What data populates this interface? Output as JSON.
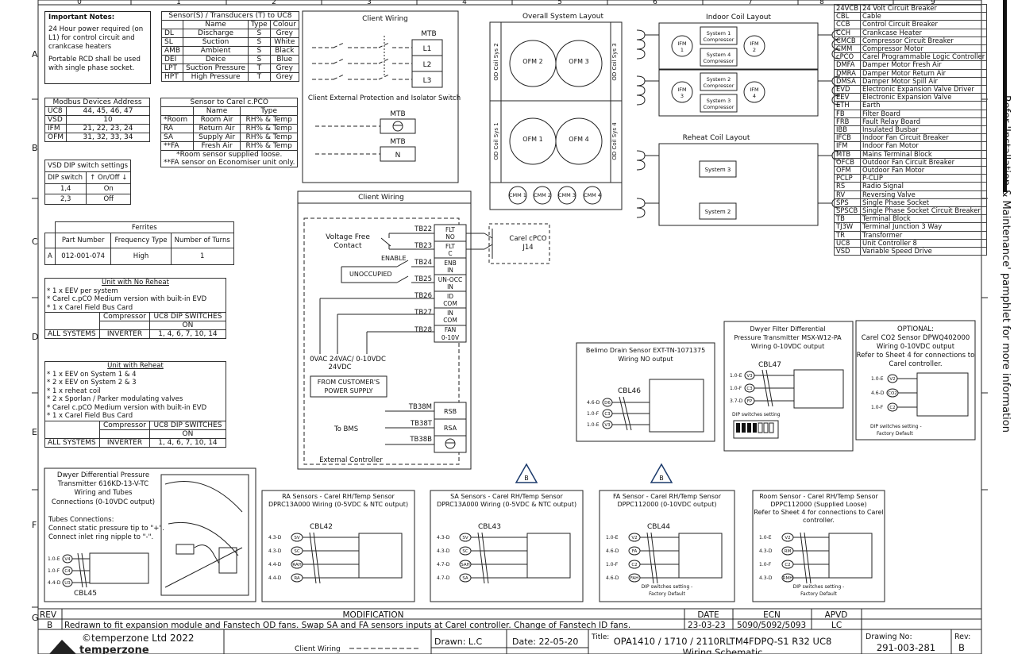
{
  "grid": {
    "col_numbers": [
      "0",
      "1",
      "2",
      "3",
      "4",
      "5",
      "6",
      "7",
      "8",
      "9"
    ],
    "row_letters": [
      "A",
      "B",
      "C",
      "D",
      "E",
      "F",
      "G"
    ]
  },
  "notes": {
    "title": "Important Notes:",
    "line1a": "24 Hour power required (on",
    "line1b": "L1) for control circuit and",
    "line1c": "crankcase heaters",
    "line2a": "Portable RCD shall be used",
    "line2b": "with single phase socket."
  },
  "sensors_table": {
    "title": "Sensor(S) / Transducers (T) to UC8",
    "headers": [
      "",
      "Name",
      "Type",
      "Colour"
    ],
    "rows": [
      [
        "DL",
        "Discharge",
        "S",
        "Grey"
      ],
      [
        "SL",
        "Suction",
        "S",
        "White"
      ],
      [
        "AMB",
        "Ambient",
        "S",
        "Black"
      ],
      [
        "DEI",
        "Deice",
        "S",
        "Blue"
      ],
      [
        "LPT",
        "Suction Pressure",
        "T",
        "Grey"
      ],
      [
        "HPT",
        "High Pressure",
        "T",
        "Grey"
      ]
    ]
  },
  "modbus": {
    "title": "Modbus Devices Address",
    "rows": [
      [
        "UC8",
        "44, 45, 46, 47"
      ],
      [
        "VSD",
        "10"
      ],
      [
        "IFM",
        "21, 22, 23, 24"
      ],
      [
        "OFM",
        "31, 32, 33, 34"
      ]
    ]
  },
  "carel_sensors": {
    "title": "Sensor to Carel c.PCO",
    "headers": [
      "",
      "Name",
      "Type"
    ],
    "rows": [
      [
        "*Room",
        "Room Air",
        "RH% & Temp"
      ],
      [
        "RA",
        "Return Air",
        "RH% & Temp"
      ],
      [
        "SA",
        "Supply Air",
        "RH% & Temp"
      ],
      [
        "**FA",
        "Fresh Air",
        "RH% & Temp"
      ]
    ],
    "note1": "*Room sensor supplied loose.",
    "note2": "**FA sensor on Economiser unit only."
  },
  "vsd_dip": {
    "title": "VSD DIP switch settings",
    "headers": [
      "DIP switch",
      "On/Off"
    ],
    "rows": [
      [
        "1,4",
        "On"
      ],
      [
        "2,3",
        "Off"
      ]
    ]
  },
  "ferrites": {
    "title": "Ferrites",
    "headers": [
      "",
      "Part Number",
      "Frequency Type",
      "Number of Turns"
    ],
    "rows": [
      [
        "A",
        "012-001-074",
        "High",
        "1"
      ]
    ]
  },
  "no_reheat": {
    "title": "Unit with No Reheat",
    "lines": [
      "* 1 x EEV per system",
      "* Carel c.pCO Medium version with built-in EVD",
      "* 1 x Carel Field Bus Card"
    ],
    "headers": [
      "Compressor",
      "UC8 DIP SWITCHES"
    ],
    "on": "ON",
    "row": [
      "ALL SYSTEMS",
      "INVERTER",
      "1, 4, 6, 7, 10, 14"
    ]
  },
  "with_reheat": {
    "title": "Unit with Reheat",
    "lines": [
      "* 1 x EEV on System 1 & 4",
      "* 2 x EEV on System 2 & 3",
      "* 1 x reheat coil",
      "* 2 x Sporlan / Parker modulating valves",
      "* Carel c.pCO Medium version with built-in EVD",
      "* 1 x Carel Field Bus Card"
    ],
    "headers": [
      "Compressor",
      "UC8 DIP SWITCHES"
    ],
    "on": "ON",
    "row": [
      "ALL SYSTEMS",
      "INVERTER",
      "1, 4, 6, 7, 10, 14"
    ]
  },
  "client_wiring_top": {
    "title": "Client Wiring",
    "mtb": "MTB",
    "terminals": [
      "L1",
      "L2",
      "L3"
    ],
    "protection_label": "Client External Protection and Isolator Switch",
    "earth_mtb": "MTB",
    "neutral_mtb": "MTB",
    "neutral": "N"
  },
  "system_layout": {
    "title": "Overall System Layout",
    "ofm": [
      "OFM 2",
      "OFM 3",
      "OFM 1",
      "OFM 4"
    ],
    "coils": [
      "OD Coil Sys 2",
      "OD Coil Sys 3",
      "OD Coil Sys 1",
      "OD Coil Sys 4"
    ],
    "cmm": [
      "CMM 1",
      "CMM 2",
      "CMM 3",
      "CMM 4"
    ]
  },
  "indoor_coil": {
    "title": "Indoor Coil Layout",
    "ifm": [
      "IFM 1",
      "IFM 2",
      "IFM 3",
      "IFM 4"
    ],
    "systems": [
      "System 1 Compressor",
      "System 4 Compressor",
      "System 2 Compressor",
      "System 3 Compressor"
    ]
  },
  "reheat_coil": {
    "title": "Reheat Coil Layout",
    "systems": [
      "System 3",
      "System 2"
    ]
  },
  "abbreviations": [
    [
      "24VCB",
      "24 Volt Circuit Breaker"
    ],
    [
      "CBL",
      "Cable"
    ],
    [
      "CCB",
      "Control Circuit Breaker"
    ],
    [
      "CCH",
      "Crankcase Heater"
    ],
    [
      "CMCB",
      "Compressor Circuit Breaker"
    ],
    [
      "CMM",
      "Compressor Motor"
    ],
    [
      "cPCO",
      "Carel Programmable Logic Controller"
    ],
    [
      "DMFA",
      "Damper Motor Fresh Air"
    ],
    [
      "DMRA",
      "Damper Motor Return Air"
    ],
    [
      "DMSA",
      "Damper Motor Spill Air"
    ],
    [
      "EVD",
      "Electronic Expansion Valve Driver"
    ],
    [
      "EEV",
      "Electronic Expansion Valve"
    ],
    [
      "ETH",
      "Earth"
    ],
    [
      "FB",
      "Filter Board"
    ],
    [
      "FRB",
      "Fault Relay Board"
    ],
    [
      "IBB",
      "Insulated Busbar"
    ],
    [
      "IFCB",
      "Indoor Fan Circuit Breaker"
    ],
    [
      "IFM",
      "Indoor Fan Motor"
    ],
    [
      "MTB",
      "Mains Terminal Block"
    ],
    [
      "OFCB",
      "Outdoor Fan Circuit Breaker"
    ],
    [
      "OFM",
      "Outdoor Fan Motor"
    ],
    [
      "PCLP",
      "P-CLIP"
    ],
    [
      "RS",
      "Radio Signal"
    ],
    [
      "RV",
      "Reversing Valve"
    ],
    [
      "SPS",
      "Single Phase Socket"
    ],
    [
      "SPSCB",
      "Single Phase Socket Circuit Breaker"
    ],
    [
      "TB",
      "Terminal Block"
    ],
    [
      "TJ3W",
      "Terminal Junction 3 Way"
    ],
    [
      "TR",
      "Transformer"
    ],
    [
      "UC8",
      "Unit Controller 8"
    ],
    [
      "VSD",
      "Variable Speed Drive"
    ]
  ],
  "client_wiring_mid": {
    "title": "Client Wiring",
    "vfc": "Voltage Free",
    "vfc2": "Contact",
    "enable": "ENABLE",
    "unoccupied": "UNOCCUPIED",
    "tb": [
      "TB22",
      "TB23",
      "TB24",
      "TB25",
      "TB26",
      "TB27",
      "TB28"
    ],
    "terms": [
      [
        "FLT",
        "NO"
      ],
      [
        "FLT",
        "C"
      ],
      [
        "ENB",
        "IN"
      ],
      [
        "UN-OCC",
        "IN"
      ],
      [
        "ID",
        "COM"
      ],
      [
        "IN",
        "COM"
      ],
      [
        "FAN",
        "0-10V"
      ]
    ],
    "voltages": "0VAC  24VAC/  0-10VDC",
    "v24": "24VDC",
    "supply1": "FROM CUSTOMER'S",
    "supply2": "POWER SUPPLY",
    "bms": "To BMS",
    "bms_tb": [
      "TB38M",
      "TB38T",
      "TB38B"
    ],
    "bms_terms": [
      "RSB",
      "RSA"
    ],
    "ext": "External Controller",
    "carel1": "Carel cPCO",
    "carel2": "J14"
  },
  "belimo": {
    "title1": "Belimo Drain Sensor EXT-TN-1071375",
    "title2": "Wiring NO output",
    "cbl": "CBL46",
    "pins": [
      "4.6-D",
      "1.0-F",
      "1.0-E"
    ],
    "codes": [
      "D6",
      "C3",
      "V3"
    ]
  },
  "dwyer_filter": {
    "title1": "Dwyer Filter Differential",
    "title2": "Pressure Transmitter MSX-W12-PA",
    "title3": "Wiring 0-10VDC output",
    "cbl": "CBL47",
    "pins": [
      "1.0-E",
      "1.0-F",
      "3.7-D"
    ],
    "codes": [
      "V3",
      "C3",
      "FP"
    ],
    "dip": "DIP switches setting"
  },
  "co2": {
    "title1": "OPTIONAL:",
    "title2": "Carel CO2 Sensor DPWQ402000",
    "title3": "Wiring 0-10VDC output",
    "title4": "Refer to Sheet 4 for connections to",
    "title5": "Carel controller.",
    "pins": [
      "1.0-E",
      "4.6-D",
      "1.0-F"
    ],
    "codes": [
      "V2",
      "CO2",
      "C2"
    ],
    "dip1": "DIP switches setting -",
    "dip2": "Factory Default"
  },
  "dwyer_diff": {
    "title1": "Dwyer Differential Pressure",
    "title2": "Transmitter 616KD-13-V-TC",
    "title3": "Wiring and Tubes",
    "title4": "Connections (0-10VDC output)",
    "tubes": "Tubes Connections:",
    "t1": "Connect static pressure tip to \"+\".",
    "t2": "Connect inlet ring nipple to \"-\".",
    "pins": [
      "1.0-E",
      "1.0-F",
      "4.4-D"
    ],
    "codes": [
      "V4",
      "C4",
      "U3"
    ],
    "cbl": "CBL45"
  },
  "ra_sensor": {
    "title1": "RA Sensors - Carel RH/Temp Sensor",
    "title2": "DPRC13A000 Wiring (0-5VDC & NTC output)",
    "cbl": "CBL42",
    "pins": [
      "4.3-D",
      "4.3-D",
      "4.4-D",
      "4.4-D"
    ],
    "codes": [
      "SV",
      "SC",
      "RAH",
      "RA"
    ]
  },
  "sa_sensor": {
    "title1": "SA Sensors - Carel RH/Temp Sensor",
    "title2": "DPRC13A000 Wiring (0-5VDC & NTC output)",
    "cbl": "CBL43",
    "pins": [
      "4.3-D",
      "4.3-D",
      "4.7-D",
      "4.7-D"
    ],
    "codes": [
      "SV",
      "SC",
      "SAH",
      "SA"
    ]
  },
  "fa_sensor": {
    "title1": "FA Sensor - Carel RH/Temp Sensor",
    "title2": "DPPC112000 (0-10VDC output)",
    "cbl": "CBL44",
    "pins": [
      "1.0-E",
      "4.6-D",
      "1.0-F",
      "4.6-D"
    ],
    "codes": [
      "V2",
      "FA",
      "C2",
      "FAH"
    ],
    "dip1": "DIP switches setting -",
    "dip2": "Factory Default"
  },
  "room_sensor": {
    "title1": "Room Sensor - Carel RH/Temp Sensor",
    "title2": "DPPC112000 (Supplied Loose)",
    "title3": "Refer to Sheet 4 for connections to Carel",
    "title4": "controller.",
    "pins": [
      "1.0-E",
      "4.3-D",
      "1.0-F",
      "4.3-D"
    ],
    "codes": [
      "V2",
      "RM",
      "C2",
      "RMH"
    ],
    "dip1": "DIP switches setting -",
    "dip2": "Factory Default"
  },
  "rev_marker": "B",
  "revision": {
    "rev_label": "REV",
    "mod_label": "MODIFICATION",
    "date_label": "DATE",
    "ecn_label": "ECN",
    "apvd_label": "APVD",
    "rev": "B",
    "mod": "Redrawn to fit expansion module and Fanstech OD fans. Swap SA and FA sensors inputs at Carel controller. Change of Fanstech ID fans.",
    "date": "23-03-23",
    "ecn": "5090/5092/5093",
    "apvd": "LC"
  },
  "title_block": {
    "copyright": "©temperzone Ltd 2022",
    "logo": "temperzone",
    "client_wiring": "Client Wiring",
    "drawn": "Drawn: L.C",
    "date": "Date: 22-05-20",
    "title_label": "Title:",
    "title": "OPA1410 / 1710 / 2110RLTM4FDPQ-S1 R32 UC8",
    "subtitle": "Wiring Schematic",
    "drawing_no_label": "Drawing No:",
    "drawing_no": "291-003-281",
    "rev_label": "Rev:",
    "rev": "B"
  },
  "side_note": "Refer 'Installation & Maintenance' pamphlet for more information"
}
